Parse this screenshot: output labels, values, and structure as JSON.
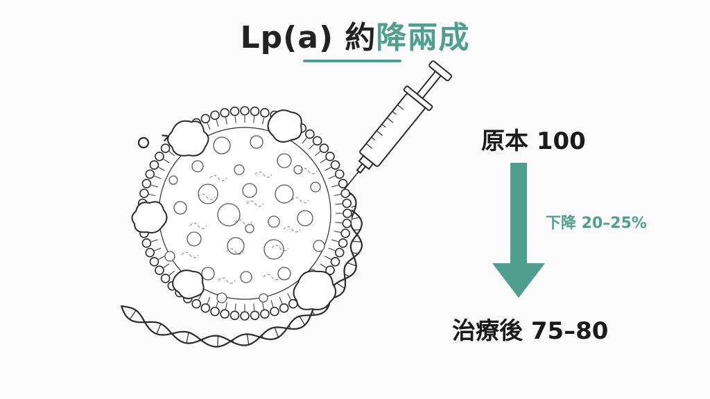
{
  "title": {
    "lead": "Lp(a) 約",
    "accent": "降兩成"
  },
  "before": {
    "label": "原本 100"
  },
  "change": {
    "label": "下降 20–25%"
  },
  "after": {
    "label": "治療後 75–80"
  },
  "colors": {
    "accent": "#4e9f8e",
    "text": "#1a1a1a",
    "line": "#2a2a2a"
  },
  "icons": [
    "lipoprotein-particle-icon",
    "apolipoprotein-strand-icon",
    "syringe-icon",
    "down-arrow-icon"
  ]
}
